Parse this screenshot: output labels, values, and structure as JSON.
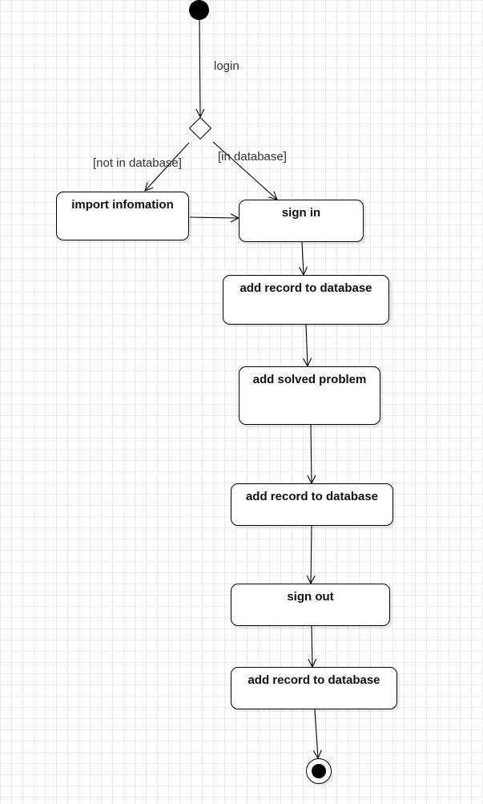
{
  "labels": {
    "login": "login",
    "not_in_database": "[not in database]",
    "in_database": "[in database]"
  },
  "nodes": {
    "import_information": "import infomation",
    "sign_in": "sign in",
    "add_record_1": "add record to database",
    "add_solved_problem": "add solved problem",
    "add_record_2": "add record to database",
    "sign_out": "sign out",
    "add_record_3": "add record to database"
  },
  "colors": {
    "line": "#000000",
    "grid": "#ebebeb",
    "background": "#ffffff"
  }
}
